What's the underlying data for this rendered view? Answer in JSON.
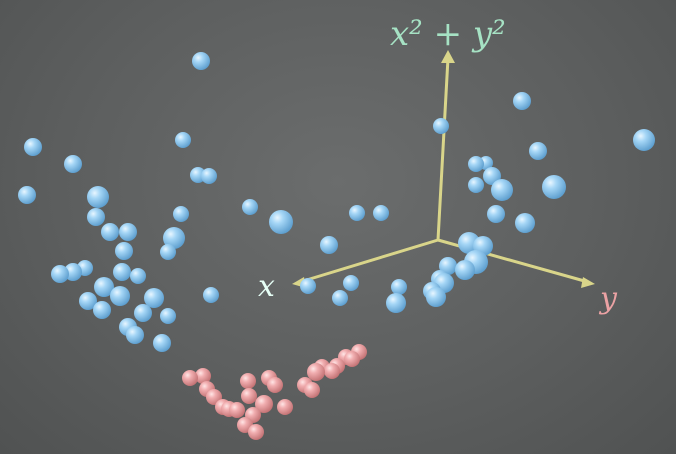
{
  "axes": {
    "z_label": "x² + y²",
    "x_label": "x",
    "y_label": "y"
  },
  "colors": {
    "axis": "#d9d58a",
    "blue": "#8ec8ef",
    "pink": "#eba2a4",
    "z_label": "#a6e2c4",
    "x_label": "#e6fff6",
    "y_label": "#eba2a4"
  }
}
